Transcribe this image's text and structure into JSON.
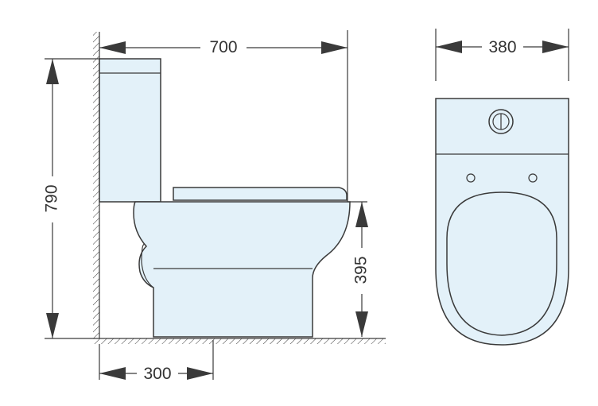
{
  "dimensions": {
    "total_depth": "700",
    "total_height": "790",
    "seat_height": "395",
    "outlet_distance": "300",
    "width": "380"
  },
  "colors": {
    "body_fill": "#e3f1f9",
    "line": "#3a3a3a",
    "background": "#ffffff"
  },
  "icons": {
    "flush_button": "dual-flush-button-icon"
  }
}
